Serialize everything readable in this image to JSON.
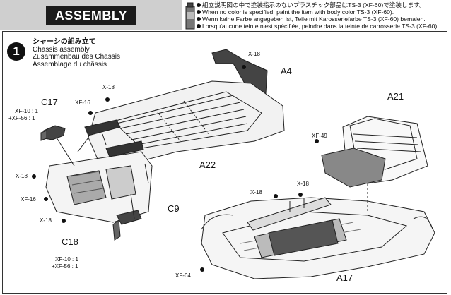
{
  "header": {
    "title": "ASSEMBLY"
  },
  "notes": [
    "組立説明図の中で塗装指示のないプラスチック部品はTS-3 (XF-60)で塗装します。",
    "When no color is specified, paint the item with body color TS-3 (XF-60).",
    "Wenn keine Farbe angegeben ist, Teile mit Karosseriefarbe TS-3 (XF-60) bemalen.",
    "Lorsqu'aucune teinte n'est spécifiée, peindre dans la teinte de carrosserie TS-3 (XF-60)."
  ],
  "step": {
    "number": "1",
    "titles": [
      "シャーシの組み立て",
      "Chassis assembly",
      "Zusammenbau des Chassis",
      "Assemblage du châssis"
    ]
  },
  "parts": {
    "a4": "A4",
    "a21": "A21",
    "c17": "C17",
    "a22": "A22",
    "c9": "C9",
    "c18": "C18",
    "a17": "A17"
  },
  "paints": {
    "x18_a4": "X-18",
    "x18_frame": "X-18",
    "xf16_frame": "XF-16",
    "xf10_c17": "XF-10 : 1",
    "xf56_c17": "+XF-56 : 1",
    "x18_engine_left": "X-18",
    "xf16_engine": "XF-16",
    "x18_engine_low": "X-18",
    "xf10_c18": "XF-10 : 1",
    "xf56_c18": "+XF-56 : 1",
    "xf49": "XF-49",
    "x18_rod1": "X-18",
    "x18_rod2": "X-18",
    "xf64": "XF-64"
  }
}
